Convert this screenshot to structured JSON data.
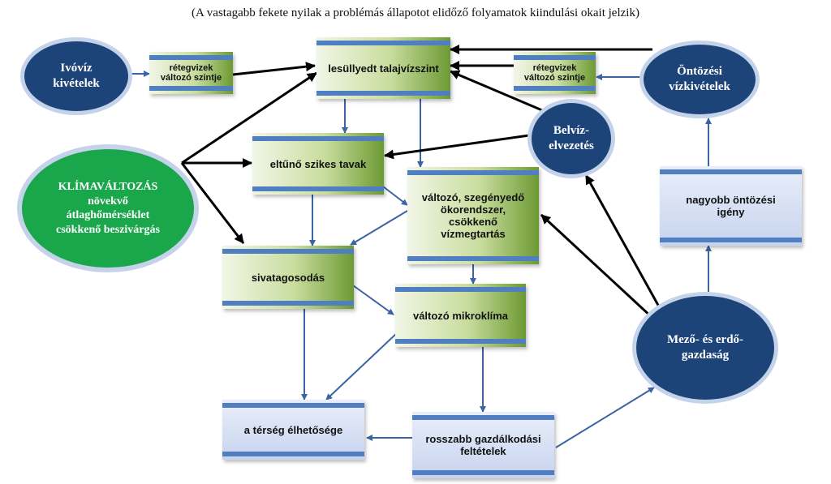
{
  "caption": "(A vastagabb fekete nyilak a problémás állapotot elidőző folyamatok kiindulási okait jelzik)",
  "nodes": {
    "ivoviz": "Ivóvíz\nkivételek",
    "retegvizek_left": "rétegvizek\nváltozó szintje",
    "lesullyedt": "lesüllyedt talajvízszint",
    "retegvizek_right": "rétegvizek\nváltozó szintje",
    "ontozesi": "Öntözési\nvízkivételek",
    "belviz": "Belvíz-\nelvezetés",
    "klima": "KLÍMAVÁLTOZÁS\nnövekvő\nátlaghőmérséklet\ncsökkenő beszivárgás",
    "eltuno": "eltűnő szikes tavak",
    "okorendszer": "változó, szegényedő\nökorendszer,\ncsökkenő\nvízmegtartás",
    "nagyobb": "nagyobb öntözési\nigény",
    "sivatag": "sivatagosodás",
    "mikroklima": "változó mikroklíma",
    "mezo": "Mező- és erdő-\ngazdaság",
    "terseg": "a térség élhetősége",
    "rosszabb": "rosszabb gazdálkodási\nfeltételek"
  },
  "colors": {
    "navy": "#1d4478",
    "green_ellipse": "#1aa64b",
    "stripe": "#4f7fc0",
    "thin_arrow": "#3b64a3",
    "thick_arrow": "#000000"
  }
}
